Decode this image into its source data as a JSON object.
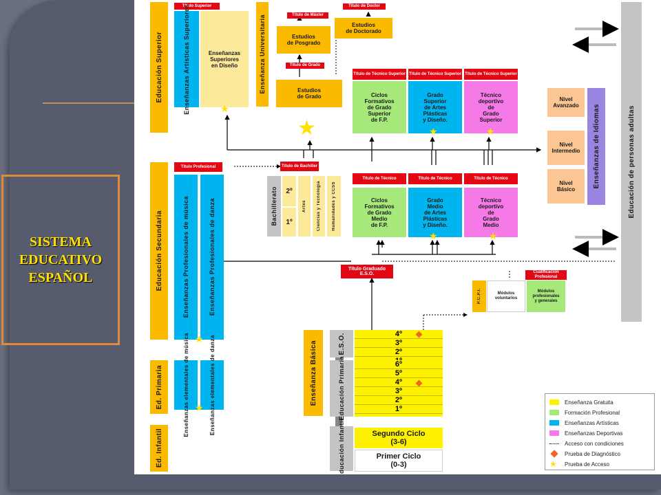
{
  "slide": {
    "title": "SISTEMA\nEDUCATIVO\nESPAÑOL"
  },
  "diagram": {
    "sections": {
      "superior": "Educación Superior",
      "universitaria": "Enseñanza Universitaria",
      "secundaria": "Educación Secundaria",
      "basica": "Enseñanza Básica",
      "primaria": "Ed. Primaria",
      "infantil": "Ed. Infantil",
      "idiomas": "Enseñanzas de Idiomas",
      "adultos": "Educación de personas adultas"
    },
    "labels": {
      "titulo_superior": "Título Superior",
      "titulo_master": "Título de Máster",
      "titulo_doctor": "Título de Doctor",
      "titulo_grado": "Título de Grado",
      "titulo_tecnico_superior": "Título de Técnico Superior",
      "titulo_profesional": "Título Profesional",
      "titulo_bachiller": "Título de Bachiller",
      "titulo_tecnico": "Título de Técnico",
      "titulo_eso": "Título Graduado E.S.O.",
      "cualificacion": "Cualificación Profesional"
    },
    "boxes": {
      "artisticas_superiores": "Enseñanzas Artísticas Superiores",
      "superiores_diseno": "Enseñanzas\nSuperiores\nen Diseño",
      "doctorado": "Estudios\nde Doctorado",
      "posgrado": "Estudios\nde Posgrado",
      "grado": "Estudios\nde Grado",
      "cf_superior": "Ciclos\nFormativos\nde Grado\nSuperior\nde F.P.",
      "artes_superior": "Grado\nSuperior\nde Artes\nPlásticas\ny Diseño.",
      "deportivo_superior": "Técnico\ndeportivo\nde\nGrado\nSuperior",
      "nivel_avanzado": "Nivel\nAvanzado",
      "nivel_intermedio": "Nivel\nIntermedio",
      "nivel_basico": "Nivel\nBásico",
      "prof_musica": "Enseñanzas Profesionales de música",
      "prof_danza": "Enseñanzas Profesionales de danza",
      "bachillerato": "Bachillerato",
      "bach_2": "2º",
      "bach_1": "1º",
      "artes": "Artes",
      "ciencias": "Ciencias y Tecnología",
      "humanidades": "Humanidades y CCSS",
      "cf_medio": "Ciclos\nFormativos\nde Grado\nMedio\nde F.P.",
      "artes_medio": "Grado\nMedio\nde Artes\nPlásticas\ny Diseño.",
      "deportivo_medio": "Técnico\ndeportivo\nde\nGrado\nMedio",
      "pcpi": "P.C.P.I.",
      "modulos_voluntarios": "Módulos\nvoluntarios",
      "modulos_profesionales": "Módulos\nprofesionales\ny generales",
      "eso": "E.S.O.",
      "primaria": "Educación Primaria",
      "infantil_box": "Educación Infantil",
      "elem_musica": "Enseñanzas elementales de música",
      "elem_danza": "Enseñanzas elementales de danza",
      "segundo_ciclo": "Segundo Ciclo\n(3-6)",
      "primer_ciclo": "Primer Ciclo\n(0-3)"
    },
    "eso_grades": [
      "4º",
      "3º",
      "2º",
      "1º"
    ],
    "primaria_grades": [
      "6º",
      "5º",
      "4º",
      "3º",
      "2º",
      "1º"
    ],
    "legend": [
      {
        "label": "Enseñanza Gratuita",
        "color": "#fff200"
      },
      {
        "label": "Formación Profesional",
        "color": "#a6e87a"
      },
      {
        "label": "Enseñanzas Artísticas",
        "color": "#00b4ef"
      },
      {
        "label": "Enseñanzas Deportivas",
        "color": "#f57ae8"
      },
      {
        "label": "Acceso con condiciones",
        "icon": "dotted-arrow-icon"
      },
      {
        "label": "Prueba de Diagnóstico",
        "icon": "diamond-icon",
        "color": "#f26522"
      },
      {
        "label": "Prueba de Acceso",
        "icon": "star-icon",
        "color": "#ffe000"
      }
    ]
  }
}
